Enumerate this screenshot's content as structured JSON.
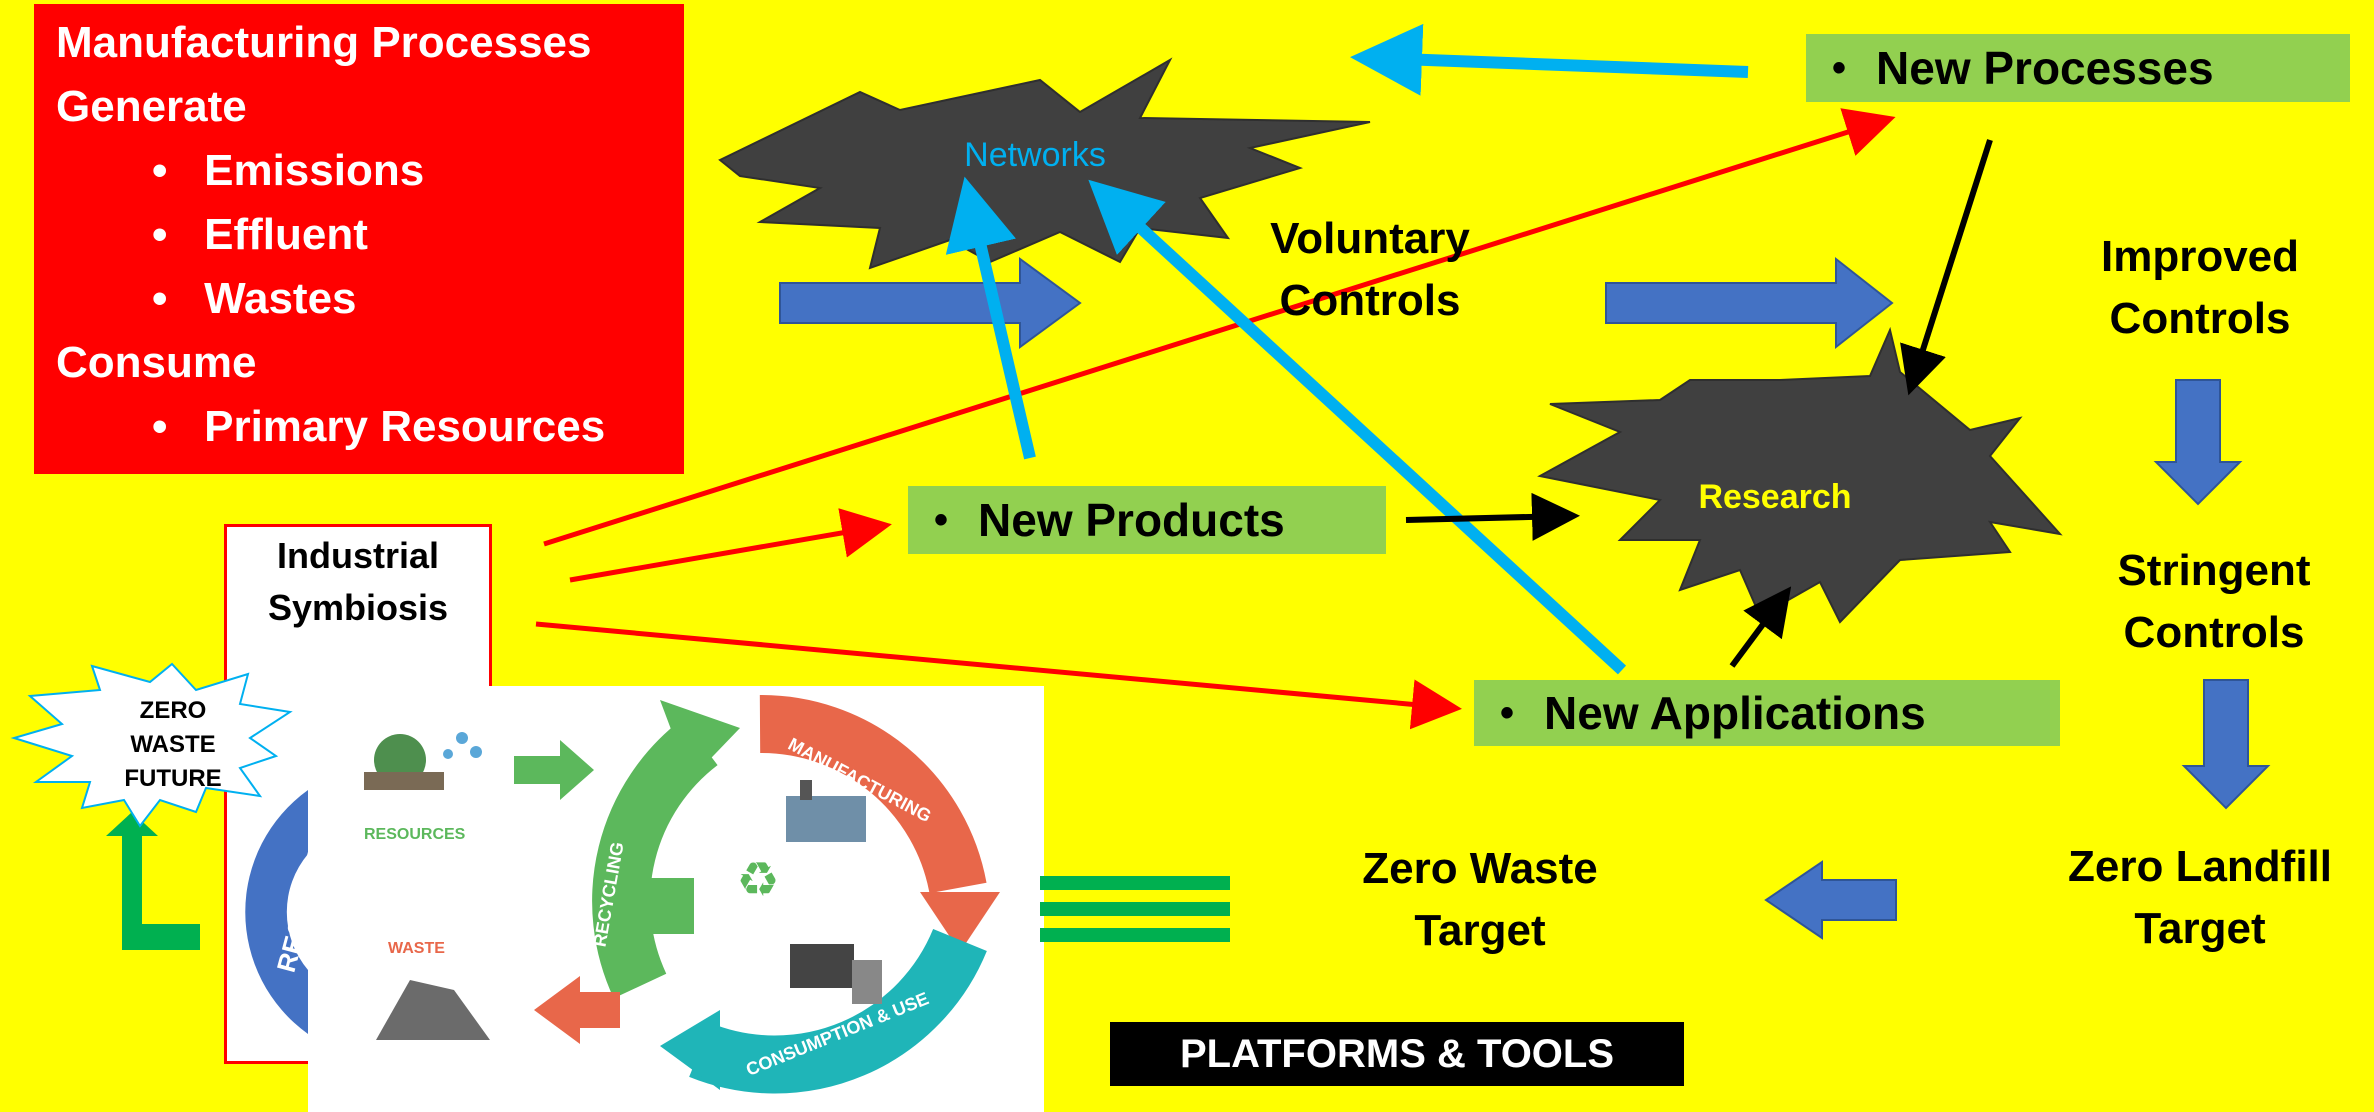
{
  "manufacturing": {
    "heading1": "Manufacturing Processes",
    "heading2": "Generate",
    "generate_items": [
      "Emissions",
      "Effluent",
      "Wastes"
    ],
    "heading3": "Consume",
    "consume_items": [
      "Primary Resources"
    ],
    "bullet": "•"
  },
  "networks": "Networks",
  "research": "Research",
  "voluntary_controls": [
    "Voluntary",
    "Controls"
  ],
  "improved_controls": [
    "Improved",
    "Controls"
  ],
  "stringent_controls": [
    "Stringent",
    "Controls"
  ],
  "zero_landfill": [
    "Zero Landfill",
    "Target"
  ],
  "zero_waste_target": [
    "Zero Waste",
    "Target"
  ],
  "new_processes": "New Processes",
  "new_products": "New Products",
  "new_applications": "New Applications",
  "industrial_symbiosis": [
    "Industrial",
    "Symbiosis"
  ],
  "zero_waste_future": [
    "ZERO",
    "WASTE",
    "FUTURE"
  ],
  "cycle": {
    "resources": "RESOURCES",
    "manufacturing": "MANUFACTURING",
    "consumption": "CONSUMPTION & USE",
    "recycling": "RECYCLING",
    "waste": "WASTE",
    "recover": "RECOVER"
  },
  "platforms_tools": "PLATFORMS & TOOLS",
  "colors": {
    "background": "#ffff00",
    "red_box": "#ff0000",
    "green_box": "#92d050",
    "blue_arrow": "#4472c4",
    "cyan_arrow": "#00b0f0",
    "starburst": "#404040",
    "research_text": "#ffff00",
    "networks_text": "#00b0f0"
  }
}
